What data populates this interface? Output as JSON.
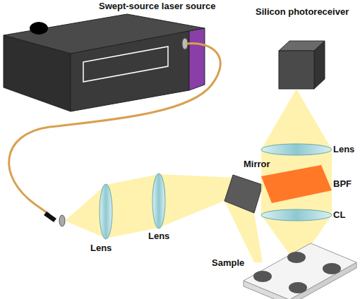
{
  "diagram": {
    "labels": [
      "Swept-source laser source",
      "Silicon photoreceiver",
      "Lens",
      "BPF",
      "CL",
      "Lens",
      "Lens",
      "Mirror",
      "Sample"
    ]
  }
}
